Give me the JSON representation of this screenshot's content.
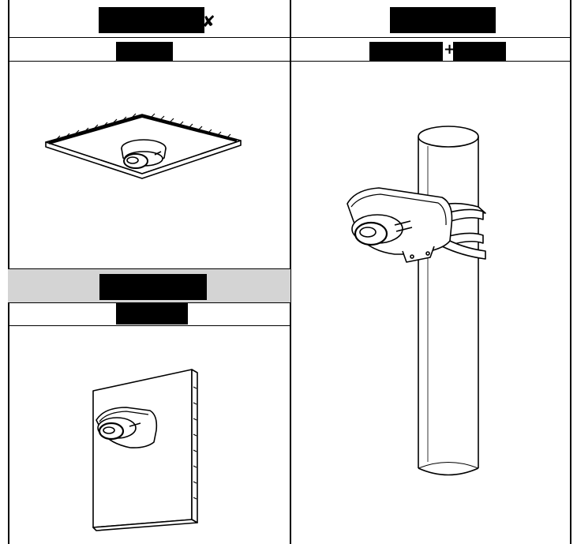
{
  "table": {
    "columns": 2,
    "cells": [
      {
        "id": "ceiling",
        "header_redacted": true,
        "subheader_redacted": true,
        "illustration": "ceiling-mount-camera"
      },
      {
        "id": "pole",
        "header_redacted": true,
        "subheader_redacted": true,
        "illustration": "pole-mount-camera"
      },
      {
        "id": "wall",
        "header_redacted": true,
        "subheader_redacted": true,
        "illustration": "wall-mount-camera"
      }
    ]
  },
  "colors": {
    "line": "#000000",
    "band": "#d4d4d4",
    "redaction": "#000000"
  }
}
